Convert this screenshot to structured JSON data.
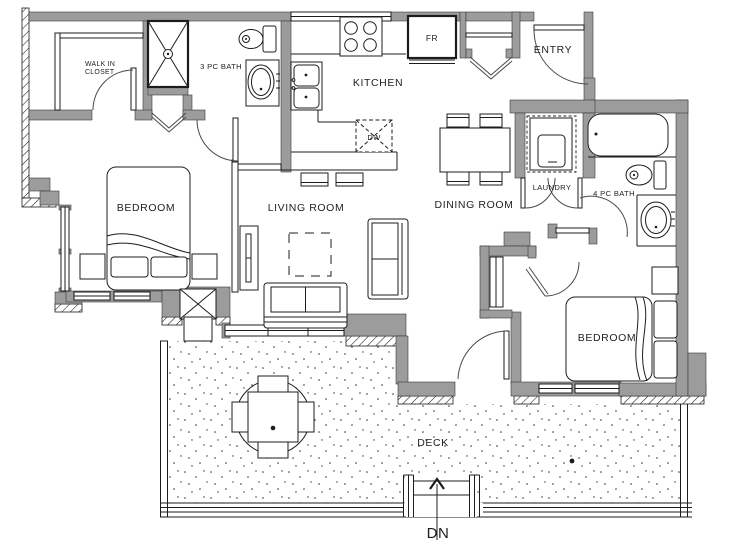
{
  "figure": "apartment-floor-plan",
  "colors": {
    "background": "#ffffff",
    "wall_fill": "#9c9c9c",
    "line": "#1c1c1c"
  },
  "labels": {
    "walk_in_closet_line1": "WALK IN",
    "walk_in_closet_line2": "CLOSET",
    "bath_3pc": "3 PC BATH",
    "kitchen": "KITCHEN",
    "fridge": "FR",
    "dishwasher": "DW",
    "entry": "ENTRY",
    "bedroom_left": "BEDROOM",
    "living_room": "LIVING ROOM",
    "dining_room": "DINING ROOM",
    "laundry": "LAUNDRY",
    "bath_4pc": "4 PC BATH",
    "bedroom_right": "BEDROOM",
    "deck": "DECK",
    "stairs_down": "DN"
  }
}
